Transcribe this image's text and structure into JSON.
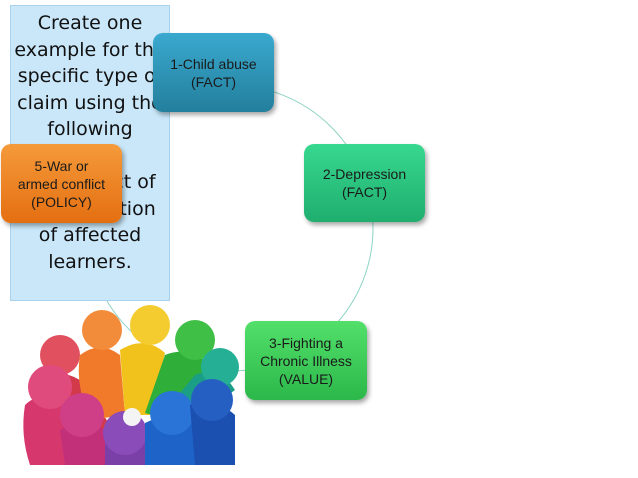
{
  "prompt_text": "Create one\nexample for the\nspecific type of\nclaim using the\nfollowing\nissue: \nThe impact of\nthe education\nof affected\nlearners.",
  "nodes": [
    {
      "line1": "1-Child abuse",
      "line2": "(FACT)"
    },
    {
      "line1": "2-Depression",
      "line2": "(FACT)"
    },
    {
      "line1": "3-Fighting a",
      "line2": "Chronic Illness",
      "line3": "(VALUE)"
    },
    {
      "line1": "5-War or",
      "line2": "armed conflict",
      "line3": "(POLICY)"
    }
  ],
  "colors": {
    "node1": "#2b93b6",
    "node2": "#28c47d",
    "node3": "#3ccc57",
    "node5": "#ee8522",
    "textbox_bg": "#c9e7f9"
  }
}
